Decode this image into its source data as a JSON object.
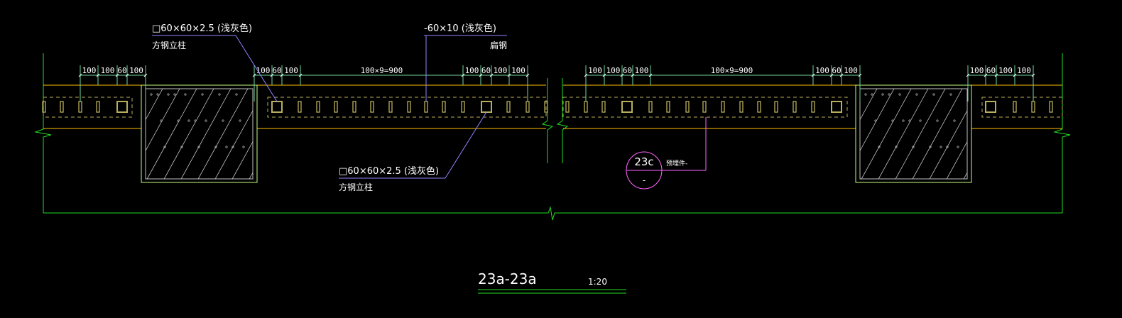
{
  "colors": {
    "background": "#000000",
    "boundary": "#22dd22",
    "wall": "#ffbf00",
    "dimension": "#6fd6a0",
    "leader": "#8f86ff",
    "embed": "#ff66ff",
    "steel": "#b8ae5a",
    "pier": "#c0ff80",
    "hatch": "#bfbfbf"
  },
  "labels": {
    "post_top": {
      "spec": "□60×60×2.5 (浅灰色)",
      "name": "方钢立柱"
    },
    "flat_bar": {
      "spec": "-60×10 (浅灰色)",
      "name": "扁钢"
    },
    "post_bottom": {
      "spec": "□60×60×2.5 (浅灰色)",
      "name": "方钢立柱"
    },
    "embed": {
      "callout_top": "23c",
      "callout_bottom": "-",
      "text": "预埋件-"
    }
  },
  "dimensions": [
    {
      "labels": [
        "100",
        "100",
        "60",
        "100"
      ]
    },
    {
      "labels": [
        "100",
        "60",
        "100",
        "100×9=900",
        "100",
        "60",
        "100",
        "100"
      ]
    },
    {
      "labels": [
        "100",
        "100",
        "60",
        "100",
        "100×9=900",
        "100",
        "60",
        "100"
      ]
    },
    {
      "labels": [
        "100",
        "60",
        "100",
        "100"
      ]
    }
  ],
  "title": {
    "section": "23a-23a",
    "scale": "1:20"
  }
}
